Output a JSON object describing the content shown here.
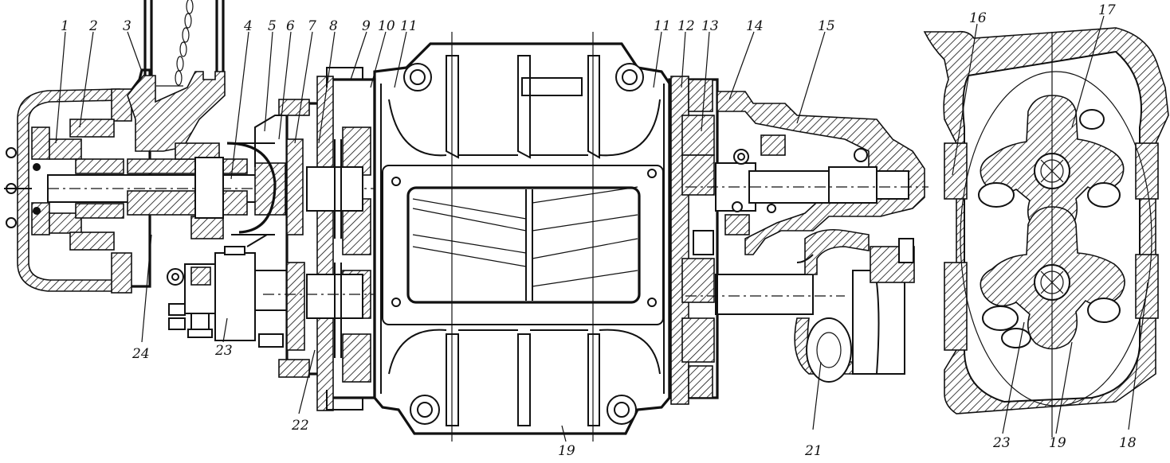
{
  "callouts": {
    "c1": "1",
    "c2": "2",
    "c3": "3",
    "c4": "4",
    "c5": "5",
    "c6": "6",
    "c7": "7",
    "c8": "8",
    "c9": "9",
    "c10": "10",
    "c11a": "11",
    "c11b": "11",
    "c12": "12",
    "c13": "13",
    "c14": "14",
    "c15": "15",
    "c16": "16",
    "c17": "17",
    "c18": "18",
    "c19a": "19",
    "c19b": "19",
    "c21": "21",
    "c22": "22",
    "c23a": "23",
    "c23b": "23",
    "c24": "24"
  }
}
